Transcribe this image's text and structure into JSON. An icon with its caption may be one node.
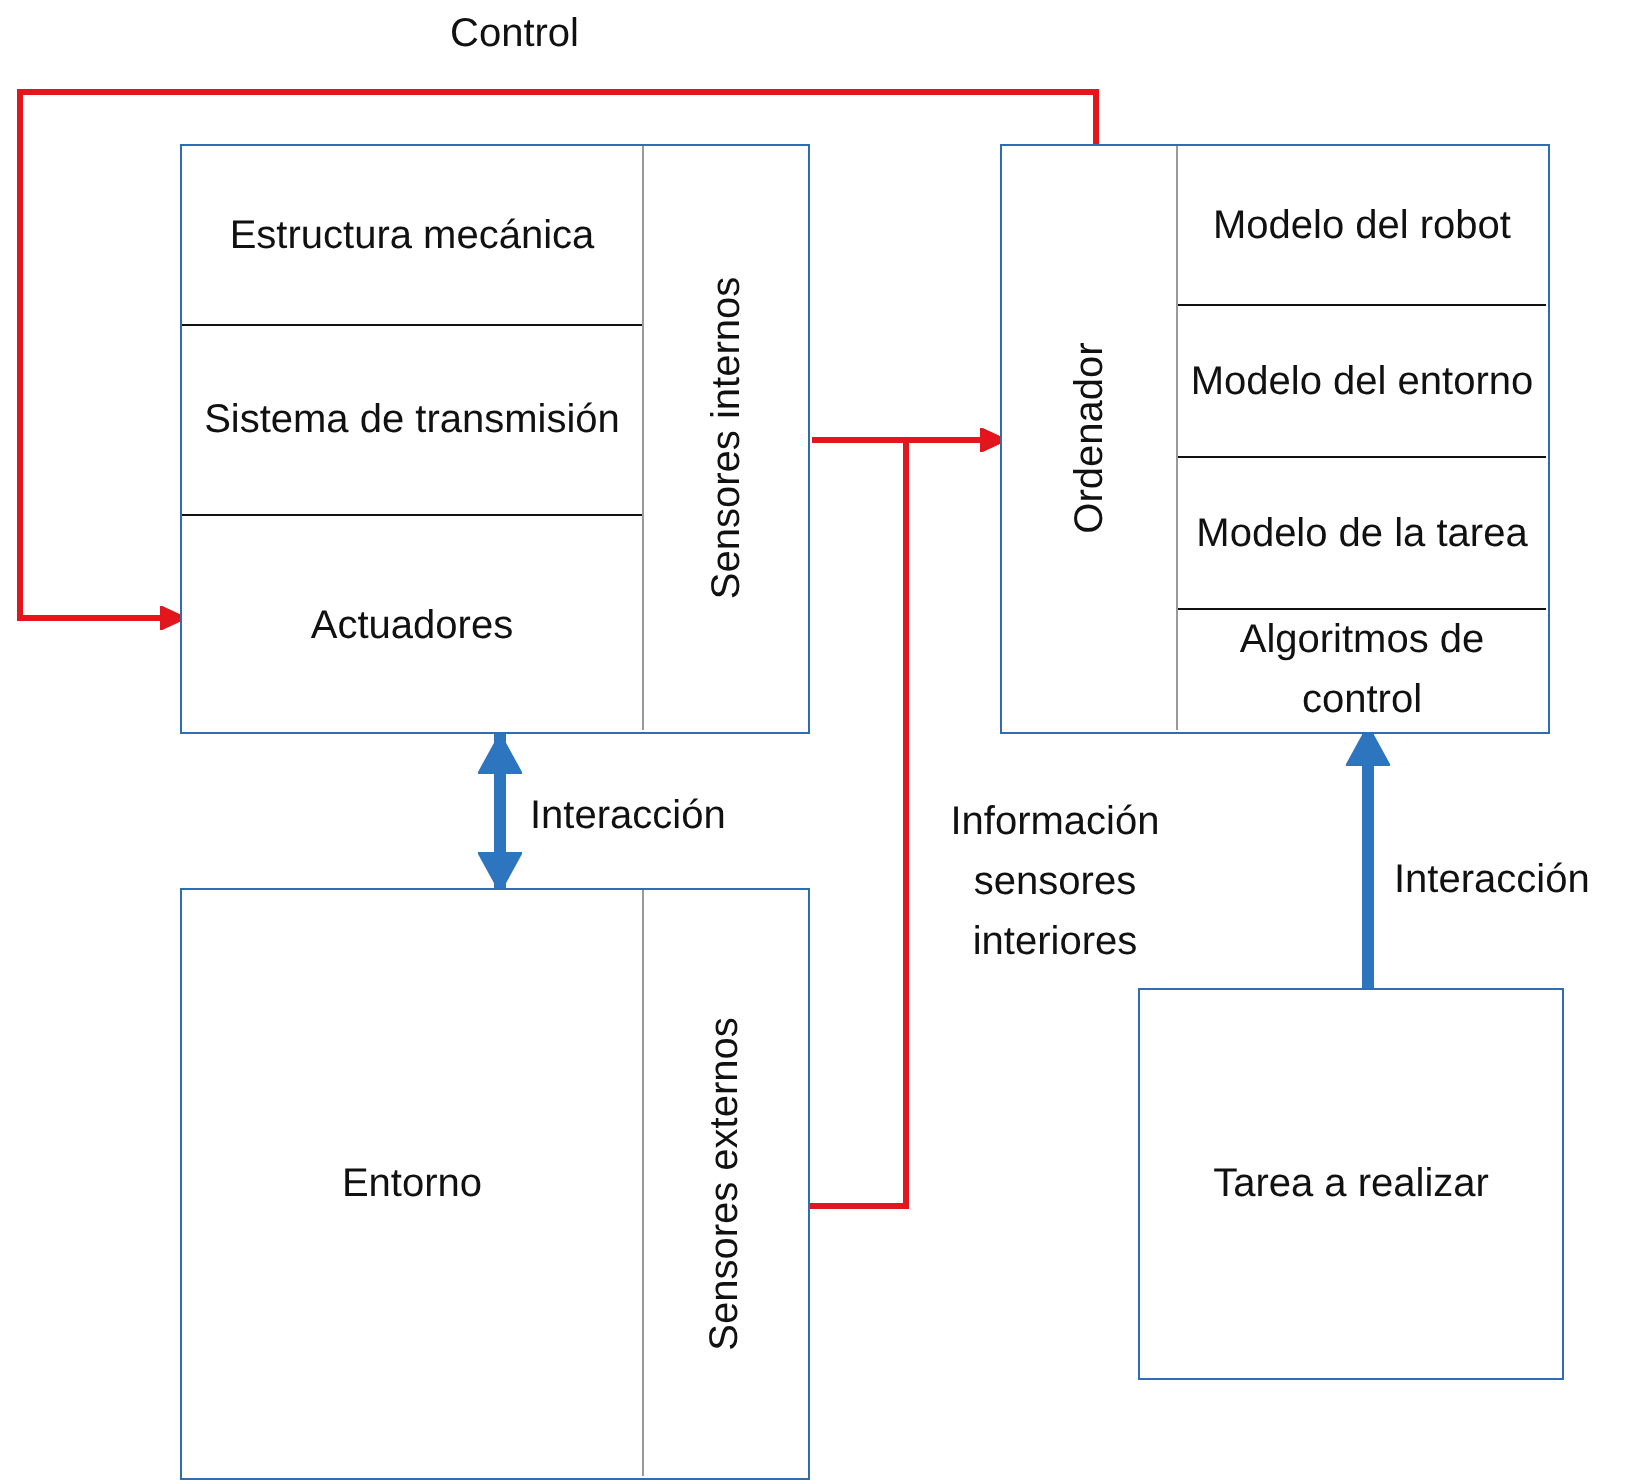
{
  "diagram": {
    "nodes": [
      {
        "text": [],
        "shape": "box"
      },
      {
        "text": [
          "Estructura mecánica"
        ],
        "in": 0
      },
      {
        "text": [
          "Sistema de transmisión"
        ],
        "in": 0
      },
      {
        "text": [
          "Actuadores"
        ],
        "in": 0
      },
      {
        "text": [
          "Sensores internos"
        ],
        "in": 0
      },
      {
        "text": [],
        "shape": "box"
      },
      {
        "text": [
          "Ordenador"
        ],
        "in": 5
      },
      {
        "text": [
          "Modelo del robot"
        ],
        "in": 5
      },
      {
        "text": [
          "Modelo del entorno"
        ],
        "in": 5
      },
      {
        "text": [
          "Modelo de la tarea"
        ],
        "in": 5
      },
      {
        "text": [
          "Algoritmos de control"
        ],
        "in": 5
      },
      {
        "text": [],
        "shape": "box"
      },
      {
        "text": [
          "Entorno"
        ],
        "in": 11
      },
      {
        "text": [
          "Sensores externos"
        ],
        "in": 11
      },
      {
        "text": [
          "Tarea a realizar"
        ]
      }
    ],
    "edges": [
      {
        "from": 6,
        "to": 3,
        "arrow": "to",
        "label": "Control"
      },
      {
        "from": 4,
        "to": 6,
        "arrow": "to"
      },
      {
        "from": 13,
        "to": 6,
        "arrow": "to",
        "label": "Información sensores interiores"
      },
      {
        "from": 0,
        "to": 11,
        "arrow": "both",
        "label": "Interacción",
        "style": "thick",
        "color": "#2e75c0"
      },
      {
        "from": 14,
        "to": 10,
        "arrow": "to",
        "label": "Interacción",
        "style": "thick",
        "color": "#2e75c0"
      }
    ]
  }
}
